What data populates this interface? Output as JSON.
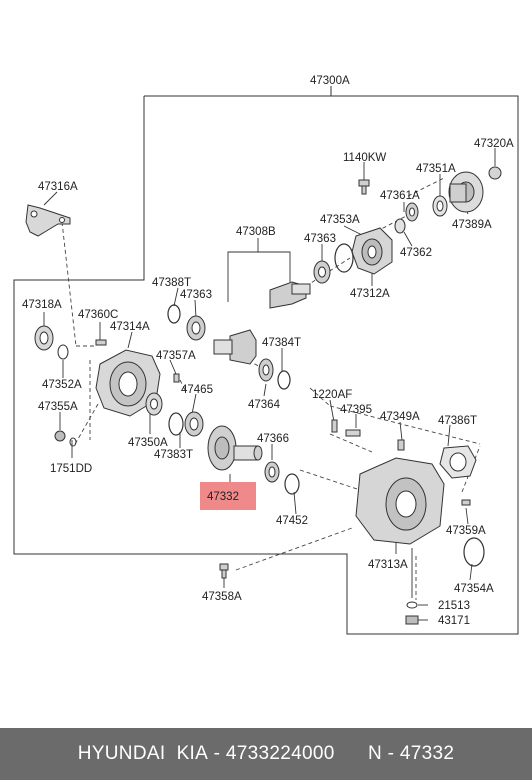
{
  "diagram": {
    "labels": {
      "p47300A": "47300A",
      "p47320A": "47320A",
      "p1140KW": "1140KW",
      "p47351A": "47351A",
      "p47316A": "47316A",
      "p47361A": "47361A",
      "p47353A": "47353A",
      "p47308B": "47308B",
      "p47363a": "47363",
      "p47389A": "47389A",
      "p47362": "47362",
      "p47388T": "47388T",
      "p47363b": "47363",
      "p47312A": "47312A",
      "p47318A": "47318A",
      "p47360C": "47360C",
      "p47314A": "47314A",
      "p47384T": "47384T",
      "p47357A": "47357A",
      "p47352A": "47352A",
      "p47465": "47465",
      "p1220AF": "1220AF",
      "p47355A": "47355A",
      "p47395": "47395",
      "p47349A": "47349A",
      "p47364": "47364",
      "p47386T": "47386T",
      "p47366": "47366",
      "p47350A": "47350A",
      "p47383T": "47383T",
      "p1751DD": "1751DD",
      "p47332": "47332",
      "p47452": "47452",
      "p47359A": "47359A",
      "p47313A": "47313A",
      "p47354A": "47354A",
      "p47358A": "47358A",
      "p21513": "21513",
      "p43171": "43171"
    },
    "highlight_color": "#f08a8a",
    "line_color": "#333333"
  },
  "footer": {
    "brand": "HYUNDAI  KIA",
    "separator": " - ",
    "part_number": "4733224000",
    "code": "N - 47332"
  }
}
